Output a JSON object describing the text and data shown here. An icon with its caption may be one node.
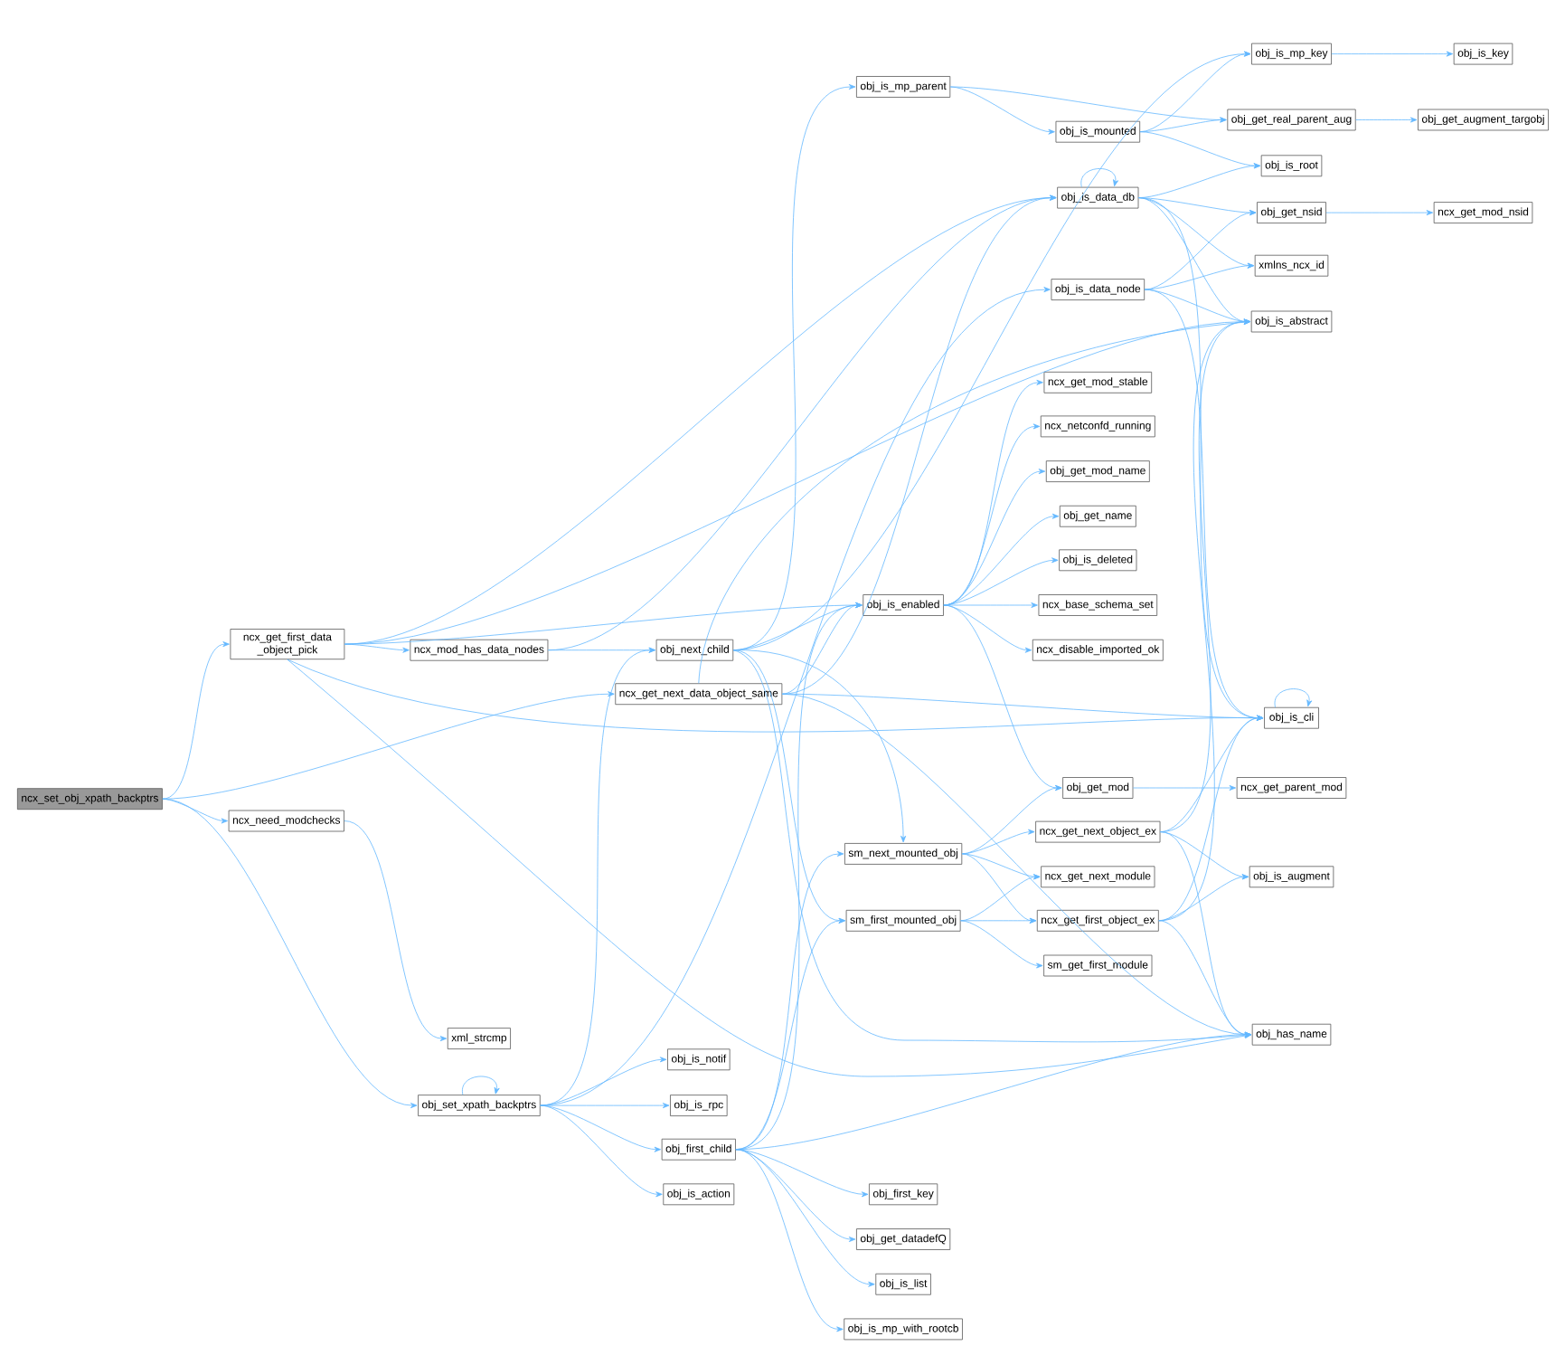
{
  "diagram": {
    "nodes": [
      {
        "text": [
          "ncx_set_obj_xpath_backptrs"
        ]
      },
      {
        "text": [
          "ncx_get_first_data _object_pick"
        ]
      },
      {
        "text": [
          "ncx_get_next_data_object_same"
        ]
      },
      {
        "text": [
          "ncx_need_modchecks"
        ]
      },
      {
        "text": [
          "obj_set_xpath_backptrs"
        ]
      },
      {
        "text": [
          "ncx_mod_has_data_nodes"
        ]
      },
      {
        "text": [
          "obj_next_child"
        ]
      },
      {
        "text": [
          "obj_is_mp_parent"
        ]
      },
      {
        "text": [
          "obj_is_data_db"
        ]
      },
      {
        "text": [
          "obj_is_data_node"
        ]
      },
      {
        "text": [
          "obj_is_enabled"
        ]
      },
      {
        "text": [
          "obj_is_abstract"
        ]
      },
      {
        "text": [
          "obj_is_cli"
        ]
      },
      {
        "text": [
          "obj_has_name"
        ]
      },
      {
        "text": [
          "sm_next_mounted_obj"
        ]
      },
      {
        "text": [
          "sm_first_mounted_obj"
        ]
      },
      {
        "text": [
          "xml_strcmp"
        ]
      },
      {
        "text": [
          "obj_is_notif"
        ]
      },
      {
        "text": [
          "obj_is_rpc"
        ]
      },
      {
        "text": [
          "obj_first_child"
        ]
      },
      {
        "text": [
          "obj_is_action"
        ]
      },
      {
        "text": [
          "obj_is_mp_key"
        ]
      },
      {
        "text": [
          "obj_is_mounted"
        ]
      },
      {
        "text": [
          "obj_get_real_parent_aug"
        ]
      },
      {
        "text": [
          "obj_is_root"
        ]
      },
      {
        "text": [
          "obj_get_nsid"
        ]
      },
      {
        "text": [
          "xmlns_ncx_id"
        ]
      },
      {
        "text": [
          "ncx_get_mod_stable"
        ]
      },
      {
        "text": [
          "ncx_netconfd_running"
        ]
      },
      {
        "text": [
          "obj_get_mod_name"
        ]
      },
      {
        "text": [
          "obj_get_name"
        ]
      },
      {
        "text": [
          "obj_is_deleted"
        ]
      },
      {
        "text": [
          "ncx_base_schema_set"
        ]
      },
      {
        "text": [
          "ncx_disable_imported_ok"
        ]
      },
      {
        "text": [
          "obj_get_mod"
        ]
      },
      {
        "text": [
          "ncx_get_next_object_ex"
        ]
      },
      {
        "text": [
          "ncx_get_next_module"
        ]
      },
      {
        "text": [
          "ncx_get_first_object_ex"
        ]
      },
      {
        "text": [
          "sm_get_first_module"
        ]
      },
      {
        "text": [
          "obj_is_key"
        ]
      },
      {
        "text": [
          "obj_get_augment_targobj"
        ]
      },
      {
        "text": [
          "ncx_get_mod_nsid"
        ]
      },
      {
        "text": [
          "ncx_get_parent_mod"
        ]
      },
      {
        "text": [
          "obj_is_augment"
        ]
      },
      {
        "text": [
          "obj_first_key"
        ]
      },
      {
        "text": [
          "obj_get_datadefQ"
        ]
      },
      {
        "text": [
          "obj_is_list"
        ]
      },
      {
        "text": [
          "obj_is_mp_with_rootcb"
        ]
      }
    ],
    "edges": [
      {
        "from": 0,
        "to": 1,
        "arrow": "to"
      },
      {
        "from": 0,
        "to": 2,
        "arrow": "to"
      },
      {
        "from": 0,
        "to": 3,
        "arrow": "to"
      },
      {
        "from": 0,
        "to": 4,
        "arrow": "to"
      },
      {
        "from": 1,
        "to": 8,
        "arrow": "to"
      },
      {
        "from": 1,
        "to": 11,
        "arrow": "to"
      },
      {
        "from": 1,
        "to": 5,
        "arrow": "to"
      },
      {
        "from": 1,
        "to": 10,
        "arrow": "to"
      },
      {
        "from": 1,
        "to": 12,
        "arrow": "to"
      },
      {
        "from": 1,
        "to": 13,
        "arrow": "to"
      },
      {
        "from": 2,
        "to": 8,
        "arrow": "to"
      },
      {
        "from": 2,
        "to": 10,
        "arrow": "to"
      },
      {
        "from": 2,
        "to": 11,
        "arrow": "to"
      },
      {
        "from": 2,
        "to": 12,
        "arrow": "to"
      },
      {
        "from": 2,
        "to": 13,
        "arrow": "to"
      },
      {
        "from": 3,
        "to": 16,
        "arrow": "to"
      },
      {
        "from": 4,
        "to": 4,
        "arrow": "to"
      },
      {
        "from": 4,
        "to": 9,
        "arrow": "to"
      },
      {
        "from": 4,
        "to": 6,
        "arrow": "to"
      },
      {
        "from": 4,
        "to": 17,
        "arrow": "to"
      },
      {
        "from": 4,
        "to": 18,
        "arrow": "to"
      },
      {
        "from": 4,
        "to": 19,
        "arrow": "to"
      },
      {
        "from": 4,
        "to": 20,
        "arrow": "to"
      },
      {
        "from": 5,
        "to": 8,
        "arrow": "to"
      },
      {
        "from": 5,
        "to": 6,
        "arrow": "to"
      },
      {
        "from": 6,
        "to": 7,
        "arrow": "to"
      },
      {
        "from": 6,
        "to": 21,
        "arrow": "to"
      },
      {
        "from": 6,
        "to": 10,
        "arrow": "to"
      },
      {
        "from": 6,
        "to": 14,
        "arrow": "to"
      },
      {
        "from": 6,
        "to": 15,
        "arrow": "to"
      },
      {
        "from": 6,
        "to": 13,
        "arrow": "to"
      },
      {
        "from": 7,
        "to": 22,
        "arrow": "to"
      },
      {
        "from": 7,
        "to": 23,
        "arrow": "to"
      },
      {
        "from": 8,
        "to": 8,
        "arrow": "to"
      },
      {
        "from": 8,
        "to": 24,
        "arrow": "to"
      },
      {
        "from": 8,
        "to": 25,
        "arrow": "to"
      },
      {
        "from": 8,
        "to": 26,
        "arrow": "to"
      },
      {
        "from": 8,
        "to": 11,
        "arrow": "to"
      },
      {
        "from": 8,
        "to": 12,
        "arrow": "to"
      },
      {
        "from": 9,
        "to": 25,
        "arrow": "to"
      },
      {
        "from": 9,
        "to": 26,
        "arrow": "to"
      },
      {
        "from": 9,
        "to": 11,
        "arrow": "to"
      },
      {
        "from": 9,
        "to": 12,
        "arrow": "to"
      },
      {
        "from": 10,
        "to": 27,
        "arrow": "to"
      },
      {
        "from": 10,
        "to": 28,
        "arrow": "to"
      },
      {
        "from": 10,
        "to": 29,
        "arrow": "to"
      },
      {
        "from": 10,
        "to": 30,
        "arrow": "to"
      },
      {
        "from": 10,
        "to": 31,
        "arrow": "to"
      },
      {
        "from": 10,
        "to": 32,
        "arrow": "to"
      },
      {
        "from": 10,
        "to": 33,
        "arrow": "to"
      },
      {
        "from": 10,
        "to": 34,
        "arrow": "to"
      },
      {
        "from": 12,
        "to": 12,
        "arrow": "to"
      },
      {
        "from": 14,
        "to": 34,
        "arrow": "to"
      },
      {
        "from": 14,
        "to": 35,
        "arrow": "to"
      },
      {
        "from": 14,
        "to": 36,
        "arrow": "to"
      },
      {
        "from": 14,
        "to": 37,
        "arrow": "to"
      },
      {
        "from": 15,
        "to": 36,
        "arrow": "to"
      },
      {
        "from": 15,
        "to": 37,
        "arrow": "to"
      },
      {
        "from": 15,
        "to": 38,
        "arrow": "to"
      },
      {
        "from": 19,
        "to": 10,
        "arrow": "to"
      },
      {
        "from": 19,
        "to": 14,
        "arrow": "to"
      },
      {
        "from": 19,
        "to": 15,
        "arrow": "to"
      },
      {
        "from": 19,
        "to": 13,
        "arrow": "to"
      },
      {
        "from": 19,
        "to": 44,
        "arrow": "to"
      },
      {
        "from": 19,
        "to": 45,
        "arrow": "to"
      },
      {
        "from": 19,
        "to": 46,
        "arrow": "to"
      },
      {
        "from": 19,
        "to": 47,
        "arrow": "to"
      },
      {
        "from": 21,
        "to": 39,
        "arrow": "to"
      },
      {
        "from": 22,
        "to": 21,
        "arrow": "to"
      },
      {
        "from": 22,
        "to": 23,
        "arrow": "to"
      },
      {
        "from": 22,
        "to": 24,
        "arrow": "to"
      },
      {
        "from": 23,
        "to": 40,
        "arrow": "to"
      },
      {
        "from": 25,
        "to": 41,
        "arrow": "to"
      },
      {
        "from": 34,
        "to": 42,
        "arrow": "to"
      },
      {
        "from": 35,
        "to": 12,
        "arrow": "to"
      },
      {
        "from": 35,
        "to": 11,
        "arrow": "to"
      },
      {
        "from": 35,
        "to": 43,
        "arrow": "to"
      },
      {
        "from": 35,
        "to": 13,
        "arrow": "to"
      },
      {
        "from": 37,
        "to": 12,
        "arrow": "to"
      },
      {
        "from": 37,
        "to": 11,
        "arrow": "to"
      },
      {
        "from": 37,
        "to": 43,
        "arrow": "to"
      },
      {
        "from": 37,
        "to": 13,
        "arrow": "to"
      }
    ]
  }
}
